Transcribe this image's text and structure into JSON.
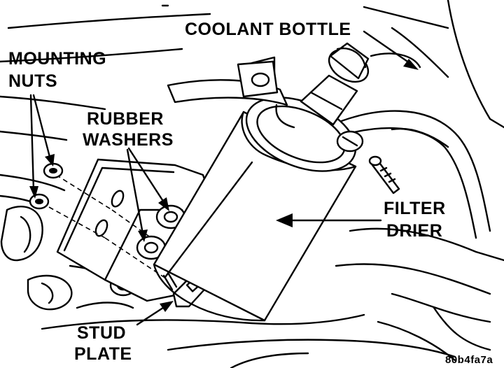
{
  "labels": {
    "coolant_bottle": "COOLANT BOTTLE",
    "mounting_nuts_line1": "MOUNTING",
    "mounting_nuts_line2": "NUTS",
    "rubber_washers_line1": "RUBBER",
    "rubber_washers_line2": "WASHERS",
    "filter_drier_line1": "FILTER",
    "filter_drier_line2": "DRIER",
    "stud_plate_line1": "STUD",
    "stud_plate_line2": "PLATE"
  },
  "figure_id": "80b4fa7a",
  "colors": {
    "ink": "#000000",
    "paper": "#ffffff"
  }
}
